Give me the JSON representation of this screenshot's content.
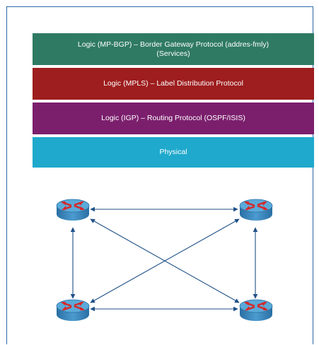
{
  "layers": {
    "bgp": {
      "line1": "Logic (MP-BGP) – Border Gateway Protocol (addres-fmly)",
      "line2": "(Services)"
    },
    "mpls": {
      "label": "Logic (MPLS) – Label Distribution Protocol"
    },
    "igp": {
      "label": "Logic (IGP) – Routing Protocol (OSPF/ISIS)"
    },
    "physical": {
      "label": "Physical"
    }
  },
  "colors": {
    "bgp": "#2f7a62",
    "mpls": "#9e1d1e",
    "igp": "#7b1f6d",
    "physical": "#1fa9cc",
    "router_body": "#3f8fc4",
    "router_arrows": "#d62828",
    "link": "#1f4f86"
  },
  "routers": [
    {
      "id": "router-top-left",
      "icon": "router-icon"
    },
    {
      "id": "router-top-right",
      "icon": "router-icon"
    },
    {
      "id": "router-bottom-left",
      "icon": "router-icon"
    },
    {
      "id": "router-bottom-right",
      "icon": "router-icon"
    }
  ],
  "links": [
    {
      "from": "router-top-left",
      "to": "router-top-right"
    },
    {
      "from": "router-bottom-left",
      "to": "router-bottom-right"
    },
    {
      "from": "router-top-left",
      "to": "router-bottom-left"
    },
    {
      "from": "router-top-right",
      "to": "router-bottom-right"
    },
    {
      "from": "router-top-left",
      "to": "router-bottom-right"
    },
    {
      "from": "router-top-right",
      "to": "router-bottom-left"
    }
  ]
}
